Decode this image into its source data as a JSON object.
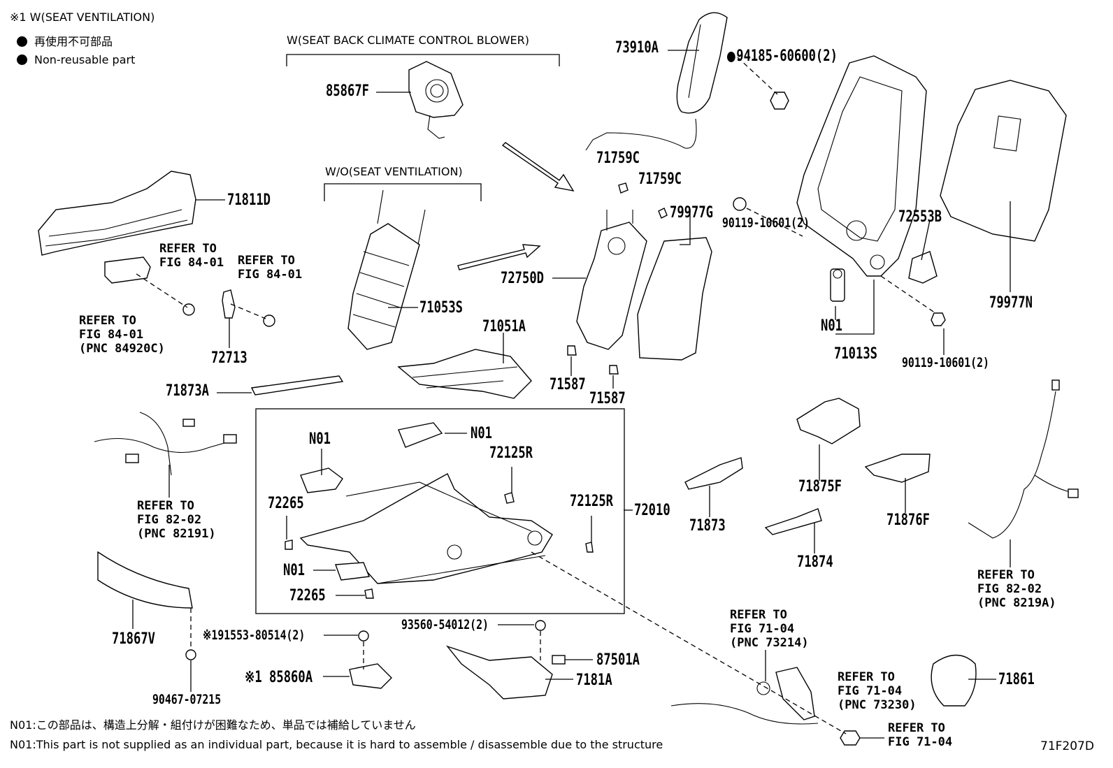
{
  "header": {
    "variant_note": "※1 W(SEAT VENTILATION)",
    "legend_jp": "再使用不可部品",
    "legend_en": "Non-reusable part"
  },
  "sections": {
    "blower": "W(SEAT BACK CLIMATE CONTROL BLOWER)",
    "no_vent": "W/O(SEAT VENTILATION)"
  },
  "parts": {
    "p73910A": "73910A",
    "p94185": "94185-60600(2)",
    "p85867F": "85867F",
    "p71811D": "71811D",
    "p71759C_a": "71759C",
    "p71759C_b": "71759C",
    "p79977G": "79977G",
    "p90119_a": "90119-10601(2)",
    "p72553B": "72553B",
    "p72750D": "72750D",
    "p71053S": "71053S",
    "p79977N": "79977N",
    "pN01_back": "N01",
    "p71013S": "71013S",
    "p90119_b": "90119-10601(2)",
    "p72713": "72713",
    "p71051A": "71051A",
    "p71587_a": "71587",
    "p71587_b": "71587",
    "p71873A": "71873A",
    "pN01_a": "N01",
    "pN01_b": "N01",
    "p72125R_a": "72125R",
    "p72125R_b": "72125R",
    "p72010": "72010",
    "p72265_a": "72265",
    "pN01_c": "N01",
    "p72265_b": "72265",
    "p71875F": "71875F",
    "p71873": "71873",
    "p71876F": "71876F",
    "p71874": "71874",
    "p71867V": "71867V",
    "p191553": "※191553-80514(2)",
    "p93560": "93560-54012(2)",
    "p87501A": "87501A",
    "p85860A": "※1 85860A",
    "p7181A": "7181A",
    "p90467": "90467-07215",
    "p71861": "71861"
  },
  "refs": {
    "r1": "REFER TO\nFIG 84-01",
    "r2": "REFER TO\nFIG 84-01",
    "r3": "REFER TO\nFIG 84-01\n(PNC 84920C)",
    "r4": "REFER TO\nFIG 82-02\n(PNC 82191)",
    "r5": "REFER TO\nFIG 82-02\n(PNC 8219A)",
    "r6": "REFER TO\nFIG 71-04\n(PNC 73214)",
    "r7": "REFER TO\nFIG 71-04\n(PNC 73230)",
    "r8": "REFER TO\nFIG 71-04"
  },
  "footer": {
    "note_jp": "N01:この部品は、構造上分解・組付けが困難なため、単品では補給していません",
    "note_en": "N01:This part is not supplied as an individual part, because it is hard to assemble / disassemble due to the structure",
    "figure_code": "71F207D"
  }
}
